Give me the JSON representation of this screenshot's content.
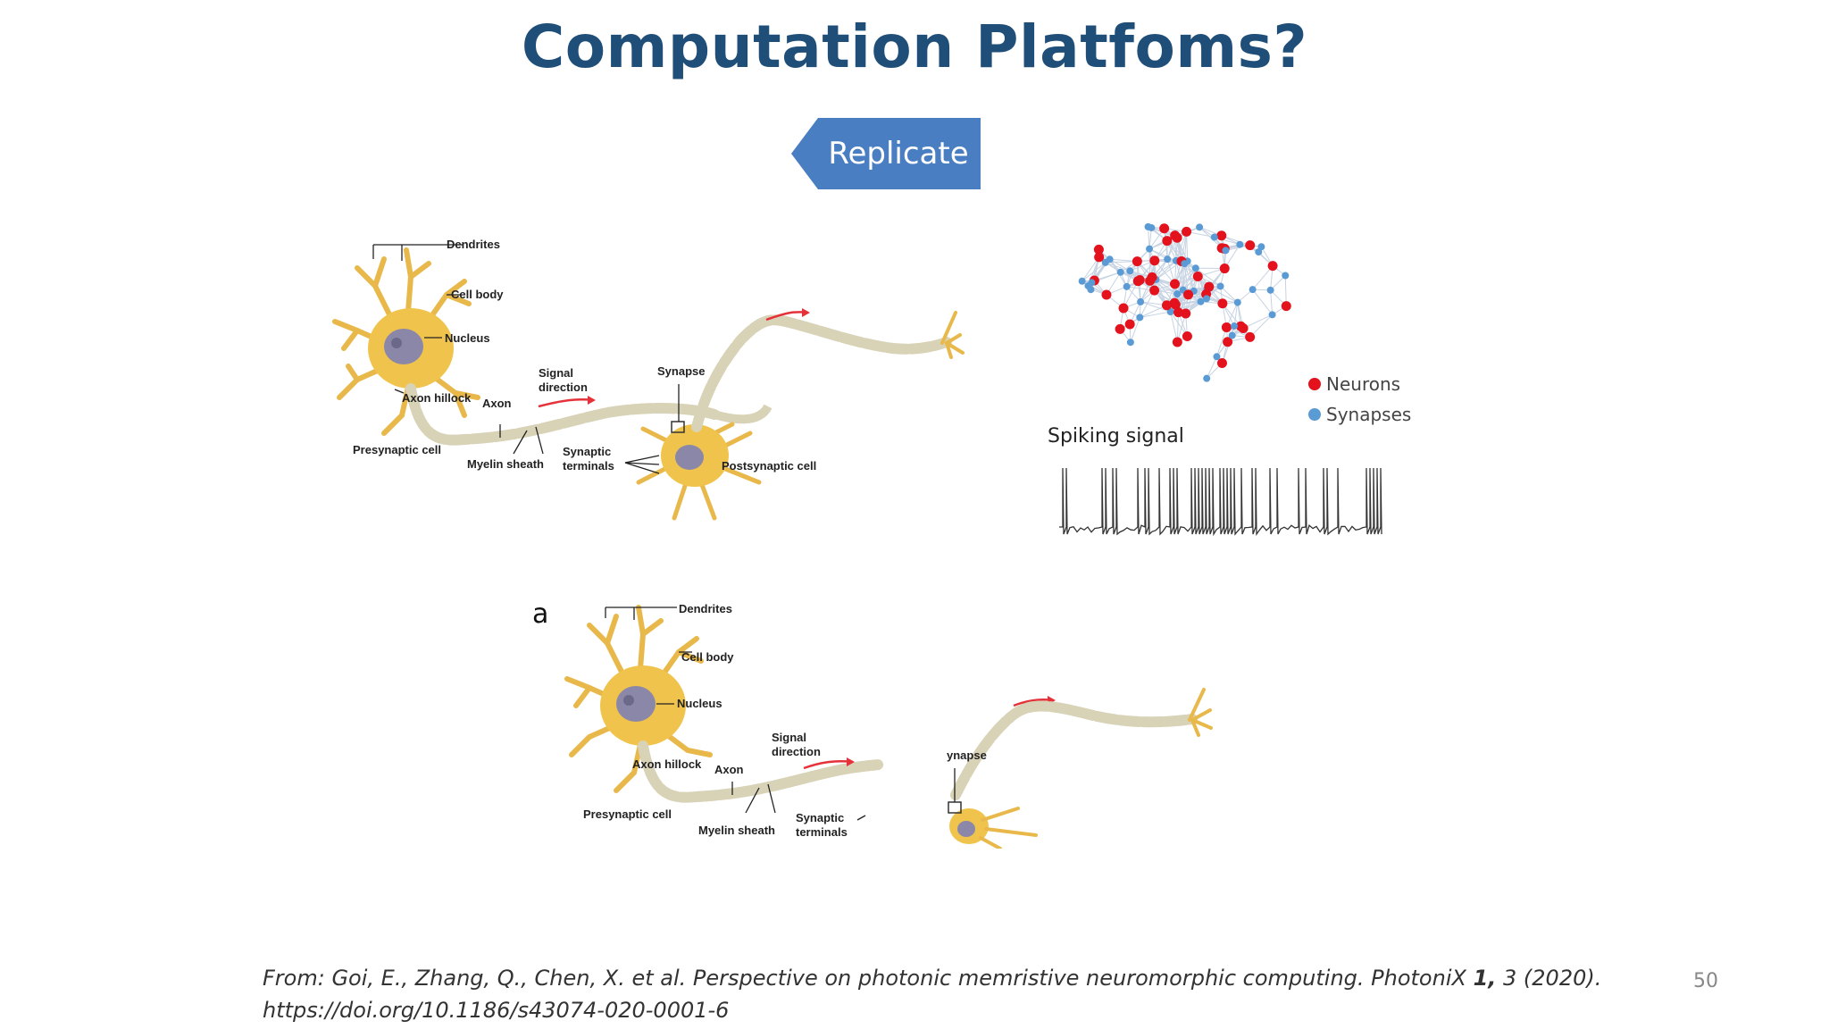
{
  "slide": {
    "title": "Computation Platfoms?",
    "page_number": "50"
  },
  "callout": {
    "label": "Replicate",
    "color": "#4a7ec2"
  },
  "neuron_top": {
    "dendrites": "Dendrites",
    "cell_body": "Cell body",
    "nucleus": "Nucleus",
    "axon_hillock": "Axon hillock",
    "axon": "Axon",
    "signal_direction_1": "Signal",
    "signal_direction_2": "direction",
    "synapse": "Synapse",
    "presynaptic_cell": "Presynaptic cell",
    "myelin_sheath": "Myelin sheath",
    "synaptic_terminals_1": "Synaptic",
    "synaptic_terminals_2": "terminals",
    "postsynaptic_cell": "Postsynaptic cell"
  },
  "neuron_bottom": {
    "panel_label": "a",
    "dendrites": "Dendrites",
    "cell_body": "Cell body",
    "nucleus": "Nucleus",
    "axon_hillock": "Axon hillock",
    "axon": "Axon",
    "signal_direction_1": "Signal",
    "signal_direction_2": "direction",
    "synapse_partial": "ynapse",
    "presynaptic_cell": "Presynaptic cell",
    "myelin_sheath": "Myelin sheath",
    "synaptic_terminals_1": "Synaptic",
    "synaptic_terminals_2": "terminals"
  },
  "brain_network": {
    "legend": [
      {
        "label": "Neurons",
        "color": "#e3121c"
      },
      {
        "label": "Synapses",
        "color": "#5b9bd5"
      }
    ]
  },
  "spiking": {
    "title": "Spiking signal"
  },
  "citation": {
    "line1_prefix": "From: Goi, E., Zhang, Q., Chen, X. et al. Perspective on photonic memristive neuromorphic computing. PhotoniX ",
    "line1_bold": "1,",
    "line1_suffix": " 3 (2020).",
    "line2": "https://doi.org/10.1186/s43074-020-0001-6"
  }
}
